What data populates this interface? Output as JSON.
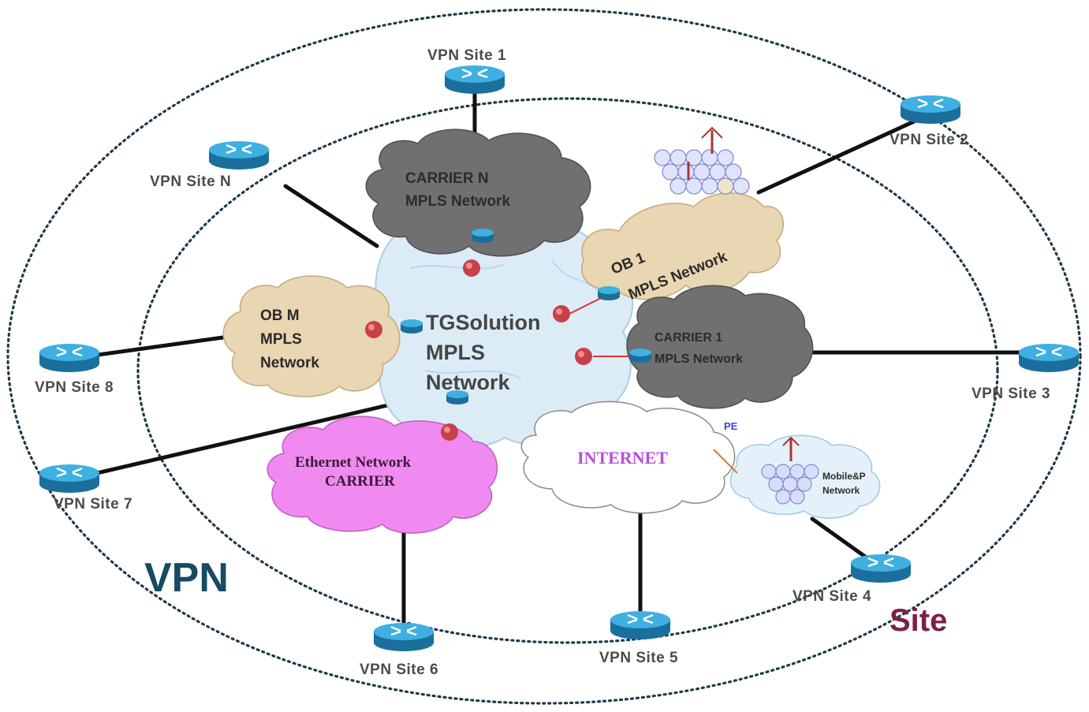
{
  "labels": {
    "vpn_site_1": "VPN Site 1",
    "vpn_site_2": "VPN Site 2",
    "vpn_site_3": "VPN Site 3",
    "vpn_site_4": "VPN Site 4",
    "vpn_site_5": "VPN Site 5",
    "vpn_site_6": "VPN Site 6",
    "vpn_site_7": "VPN Site 7",
    "vpn_site_8": "VPN Site 8",
    "vpn_site_n": "VPN Site N",
    "carrier_n_line1": "CARRIER N",
    "carrier_n_line2": "MPLS Network",
    "ob1_line1": "OB 1",
    "ob1_line2": "MPLS Network",
    "obm_line1": "OB M",
    "obm_line2": "MPLS",
    "obm_line3": "Network",
    "core_line1": "TGSolution",
    "core_line2": "MPLS",
    "core_line3": "Network",
    "carrier1_line1": "CARRIER 1",
    "carrier1_line2": "MPLS Network",
    "ethernet_line1": "Ethernet Network",
    "ethernet_line2": "CARRIER",
    "internet": "INTERNET",
    "pe": "PE",
    "mobile_line1": "Mobile&P",
    "mobile_line2": "Network",
    "vpn": "VPN",
    "site": "Site"
  },
  "colors": {
    "ring": "#1e3a4a",
    "router_top": "#3aa6d6",
    "router_side": "#1b6f9c",
    "carrier_cloud": "#6e6e6e",
    "ob_cloud": "#e9d6b2",
    "core_cloud": "#dcecf7",
    "ethernet_cloud": "#f08af0",
    "internet_cloud": "#ffffff",
    "vpn_text": "#174a63",
    "site_text": "#7a2147",
    "internet_text": "#b64fd8",
    "pe_text": "#3b47c8"
  }
}
